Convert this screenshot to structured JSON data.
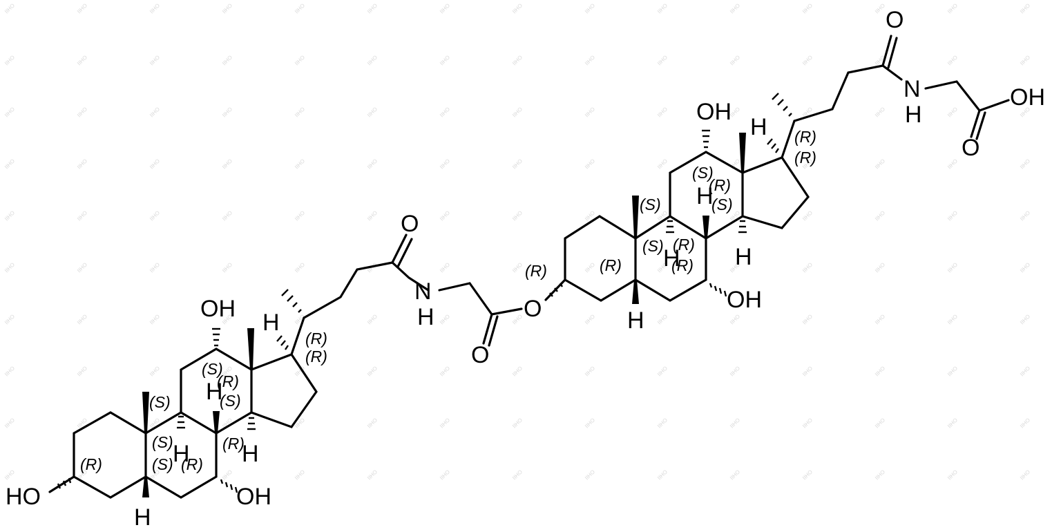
{
  "watermark": "IIHO",
  "atoms": {
    "left_steroid": {
      "oh_3": "HO",
      "oh_7": "OH",
      "oh_12": "OH",
      "h_5": "H",
      "h_9": "H",
      "h_8": "H",
      "h_14": "H",
      "h_17": "H",
      "amide_o": "O",
      "amide_nh": "N",
      "amide_h": "H",
      "ester_co": "O"
    },
    "right_steroid": {
      "ester_o": "O",
      "oh_7": "OH",
      "oh_12": "OH",
      "h_5": "H",
      "h_9": "H",
      "h_8": "H",
      "h_14": "H",
      "h_17": "H",
      "amide_o": "O",
      "amide_nh": "N",
      "amide_h": "H",
      "acid_oh": "OH",
      "acid_o": "O"
    }
  },
  "stereo_labels": {
    "left": [
      "(R)",
      "(S)",
      "(S)",
      "(S)",
      "(R)",
      "(R)",
      "(S)",
      "(R)",
      "(S)",
      "(R)",
      "(R)"
    ],
    "right": [
      "(R)",
      "(R)",
      "(S)",
      "(S)",
      "(R)",
      "(R)",
      "(S)",
      "(R)",
      "(S)",
      "(R)",
      "(R)"
    ]
  }
}
